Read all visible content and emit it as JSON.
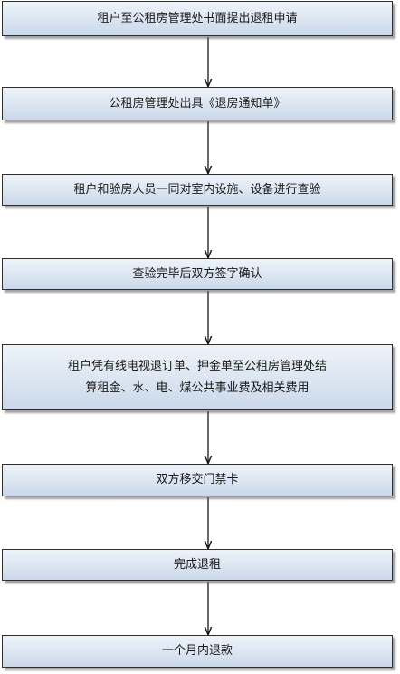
{
  "steps": [
    {
      "text": "租户至公租房管理处书面提出退租申请"
    },
    {
      "text": "公租房管理处出具《退房通知单》"
    },
    {
      "text": "租户和验房人员一同对室内设施、设备进行查验"
    },
    {
      "text": "查验完毕后双方签字确认"
    },
    {
      "text": "租户凭有线电视退订单、押金单至公租房管理处结算租金、水、电、煤公共事业费及相关费用"
    },
    {
      "text": "双方移交门禁卡"
    },
    {
      "text": "完成退租"
    },
    {
      "text": "一个月内退款"
    }
  ]
}
